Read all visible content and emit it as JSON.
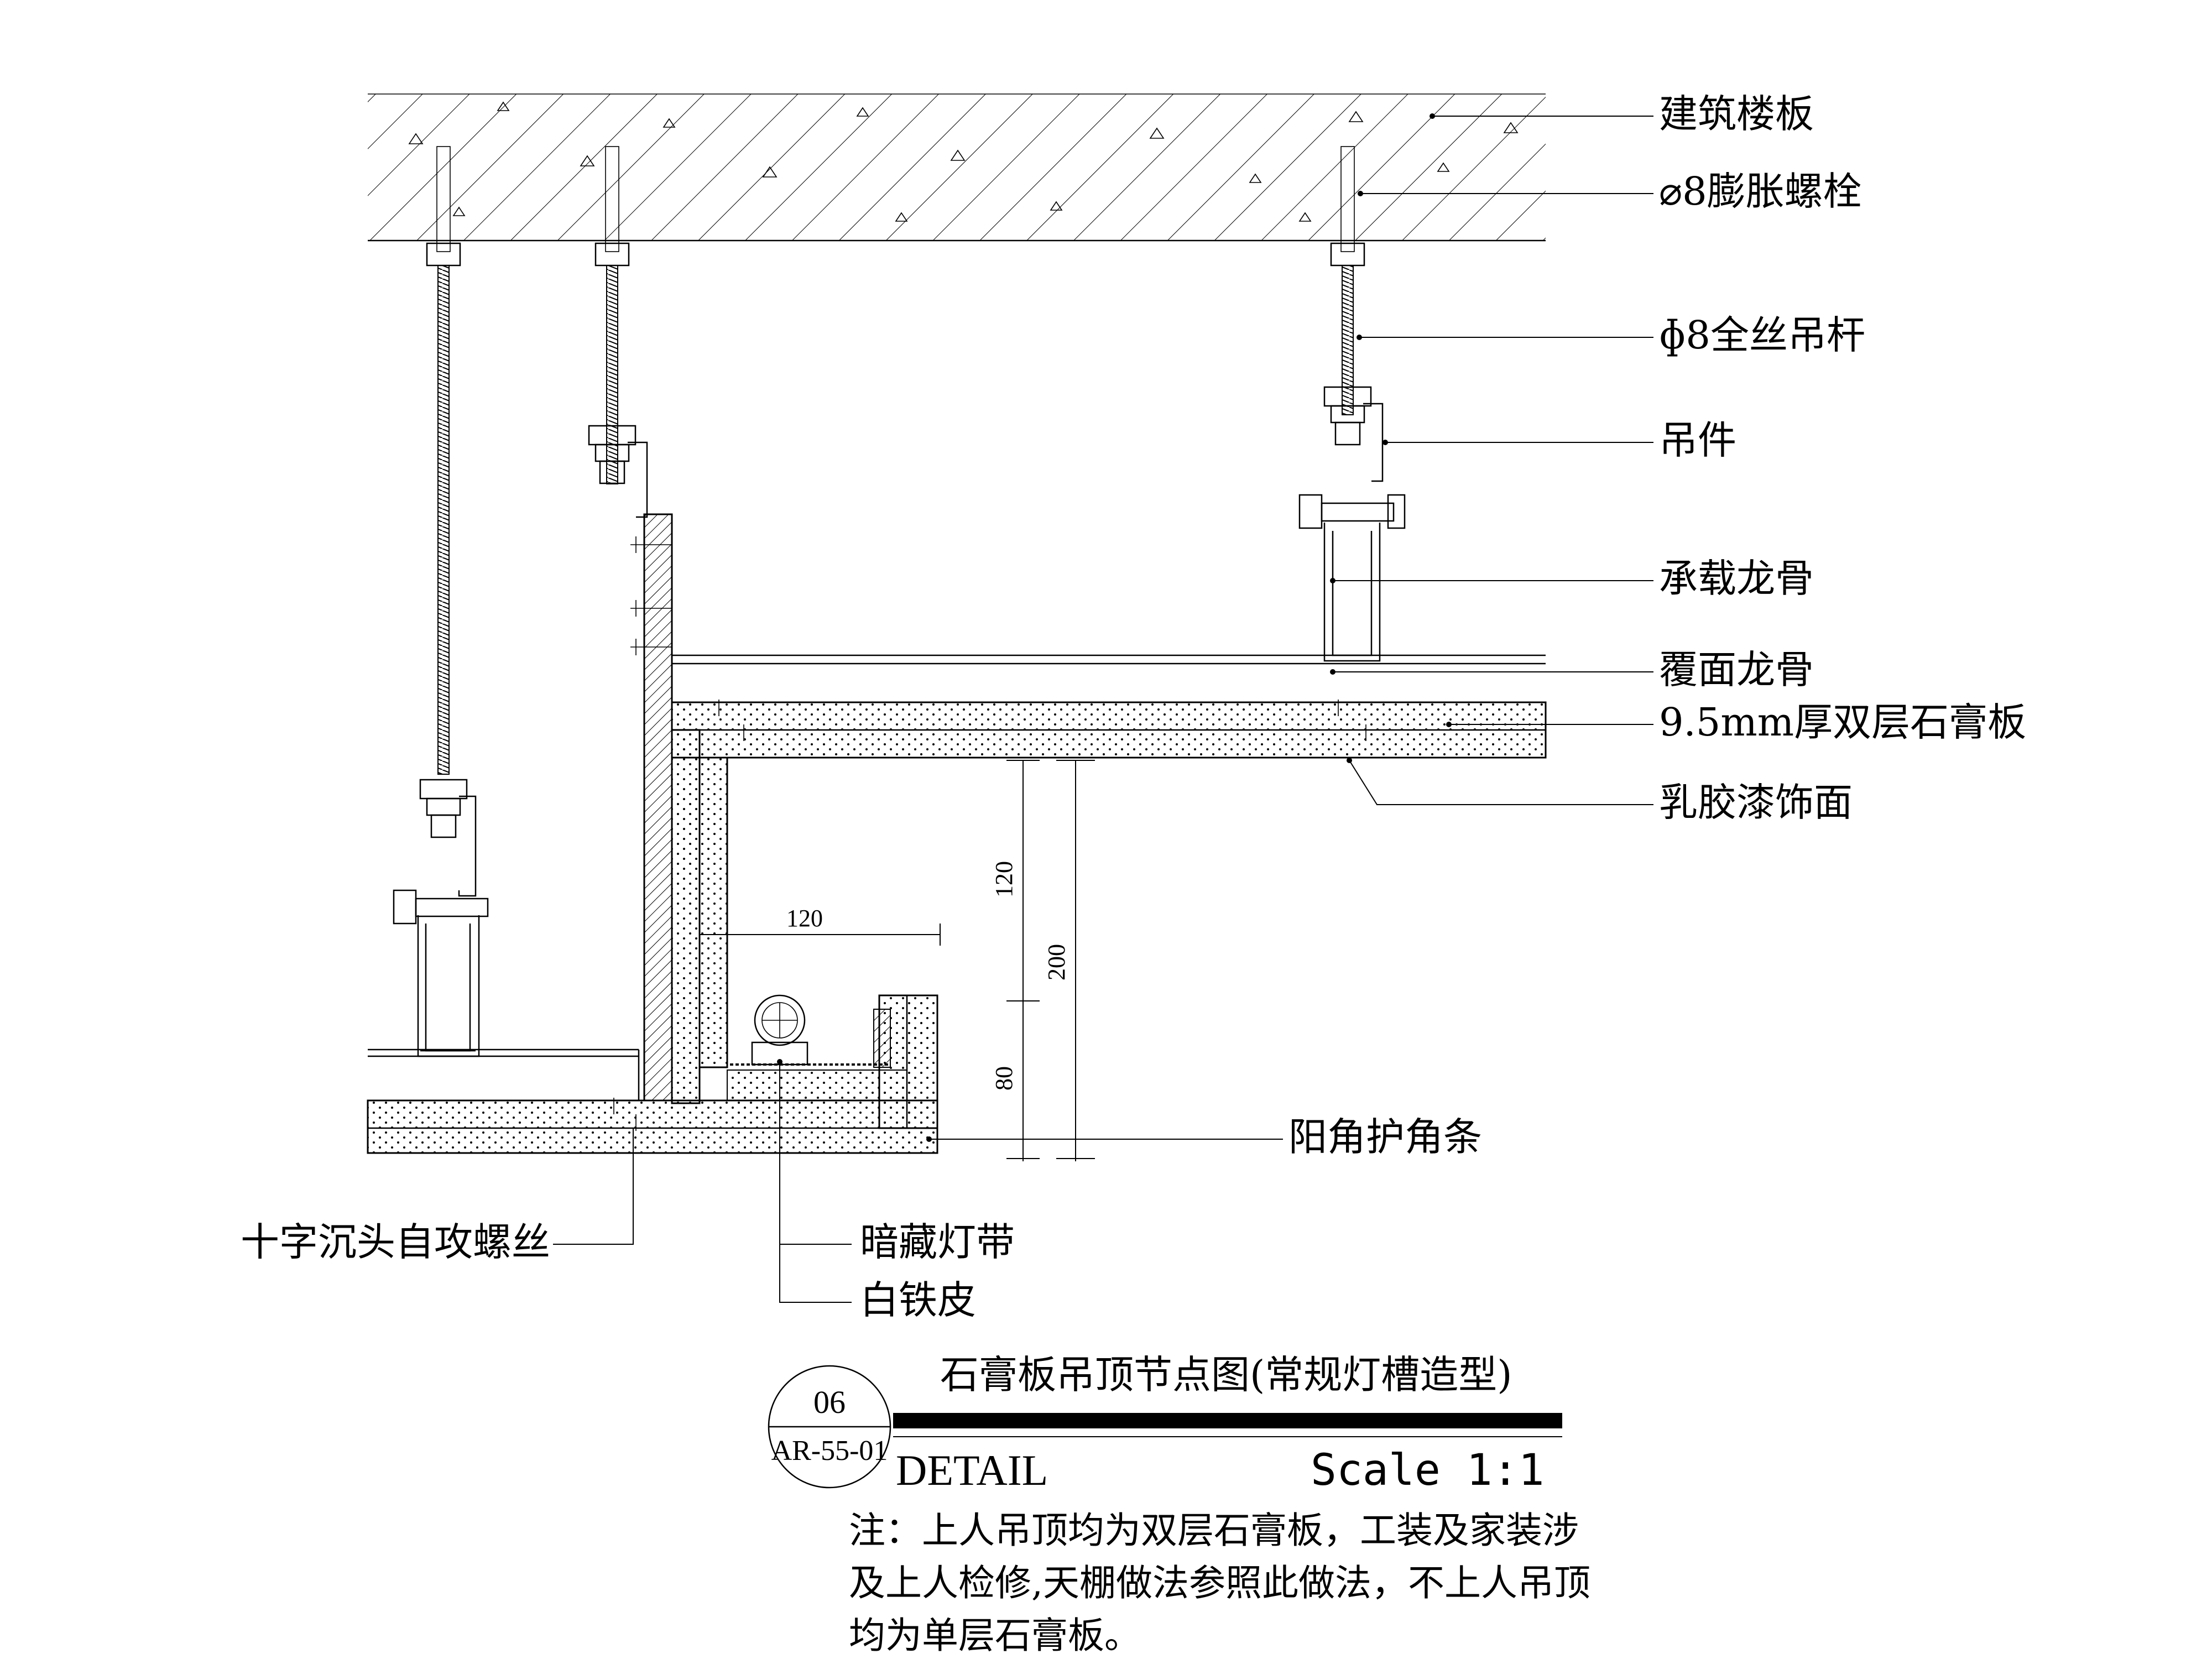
{
  "labels": {
    "floor_slab": "建筑楼板",
    "expansion_bolt": "⌀8膨胀螺栓",
    "hanger_rod": "ɸ8全丝吊杆",
    "hanger": "吊件",
    "main_keel": "承载龙骨",
    "cover_keel": "覆面龙骨",
    "gypsum_board": "9.5mm厚双层石膏板",
    "latex_finish": "乳胶漆饰面",
    "corner_bead": "阳角护角条",
    "screw": "十字沉头自攻螺丝",
    "led_strip": "暗藏灯带",
    "tin_sheet": "白铁皮"
  },
  "dimensions": {
    "horizontal": "120",
    "vertical_upper": "120",
    "vertical_lower": "80",
    "vertical_total": "200"
  },
  "title_block": {
    "detail_number": "06",
    "sheet_ref": "AR-55-01",
    "title": "石膏板吊顶节点图(常规灯槽造型)",
    "detail_label": "DETAIL",
    "scale": "Scale 1:1"
  },
  "note": {
    "line1": "注：上人吊顶均为双层石膏板，工装及家装涉",
    "line2": "及上人检修,天棚做法参照此做法，不上人吊顶",
    "line3": "均为单层石膏板。"
  }
}
